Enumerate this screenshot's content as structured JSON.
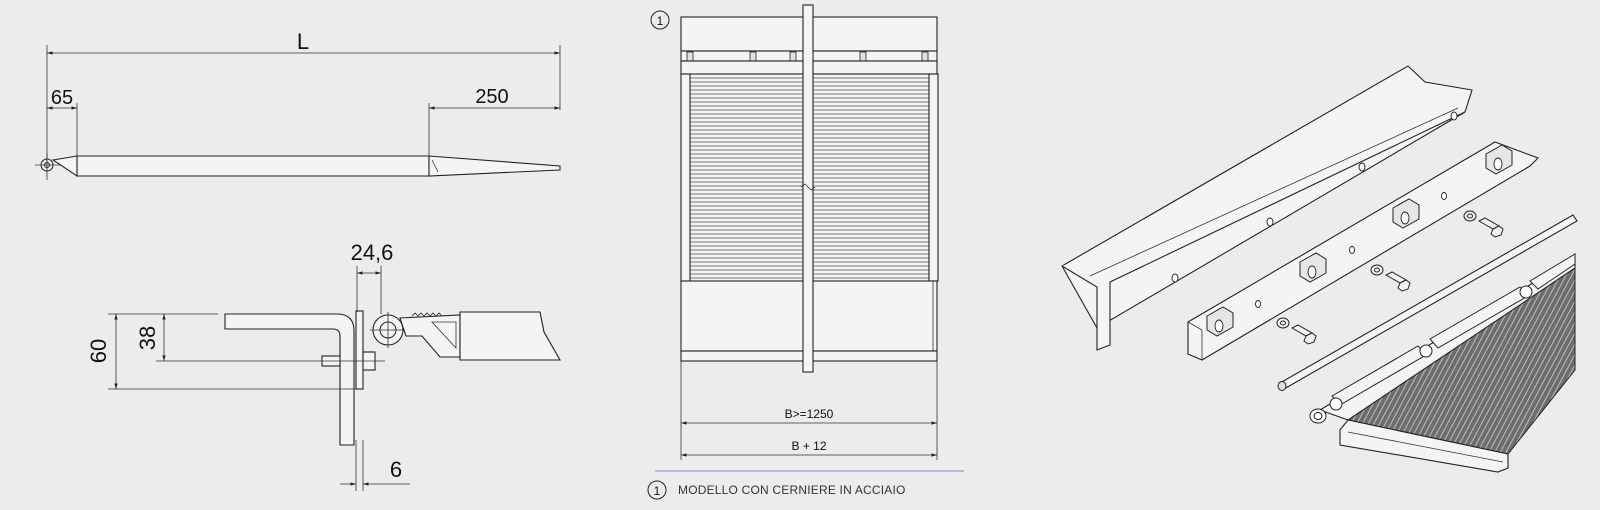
{
  "dimensions": {
    "L": "L",
    "d65": "65",
    "d250": "250",
    "d24_6": "24,6",
    "d60": "60",
    "d38": "38",
    "d6": "6",
    "b1250": "B>=1250",
    "b12": "B + 12"
  },
  "callout": {
    "number": "1",
    "caption": "MODELLO CON CERNIERE IN ACCIAIO"
  },
  "colors": {
    "background": "#ececec",
    "line": "#222222",
    "accent_rule": "#8aa6d6"
  }
}
